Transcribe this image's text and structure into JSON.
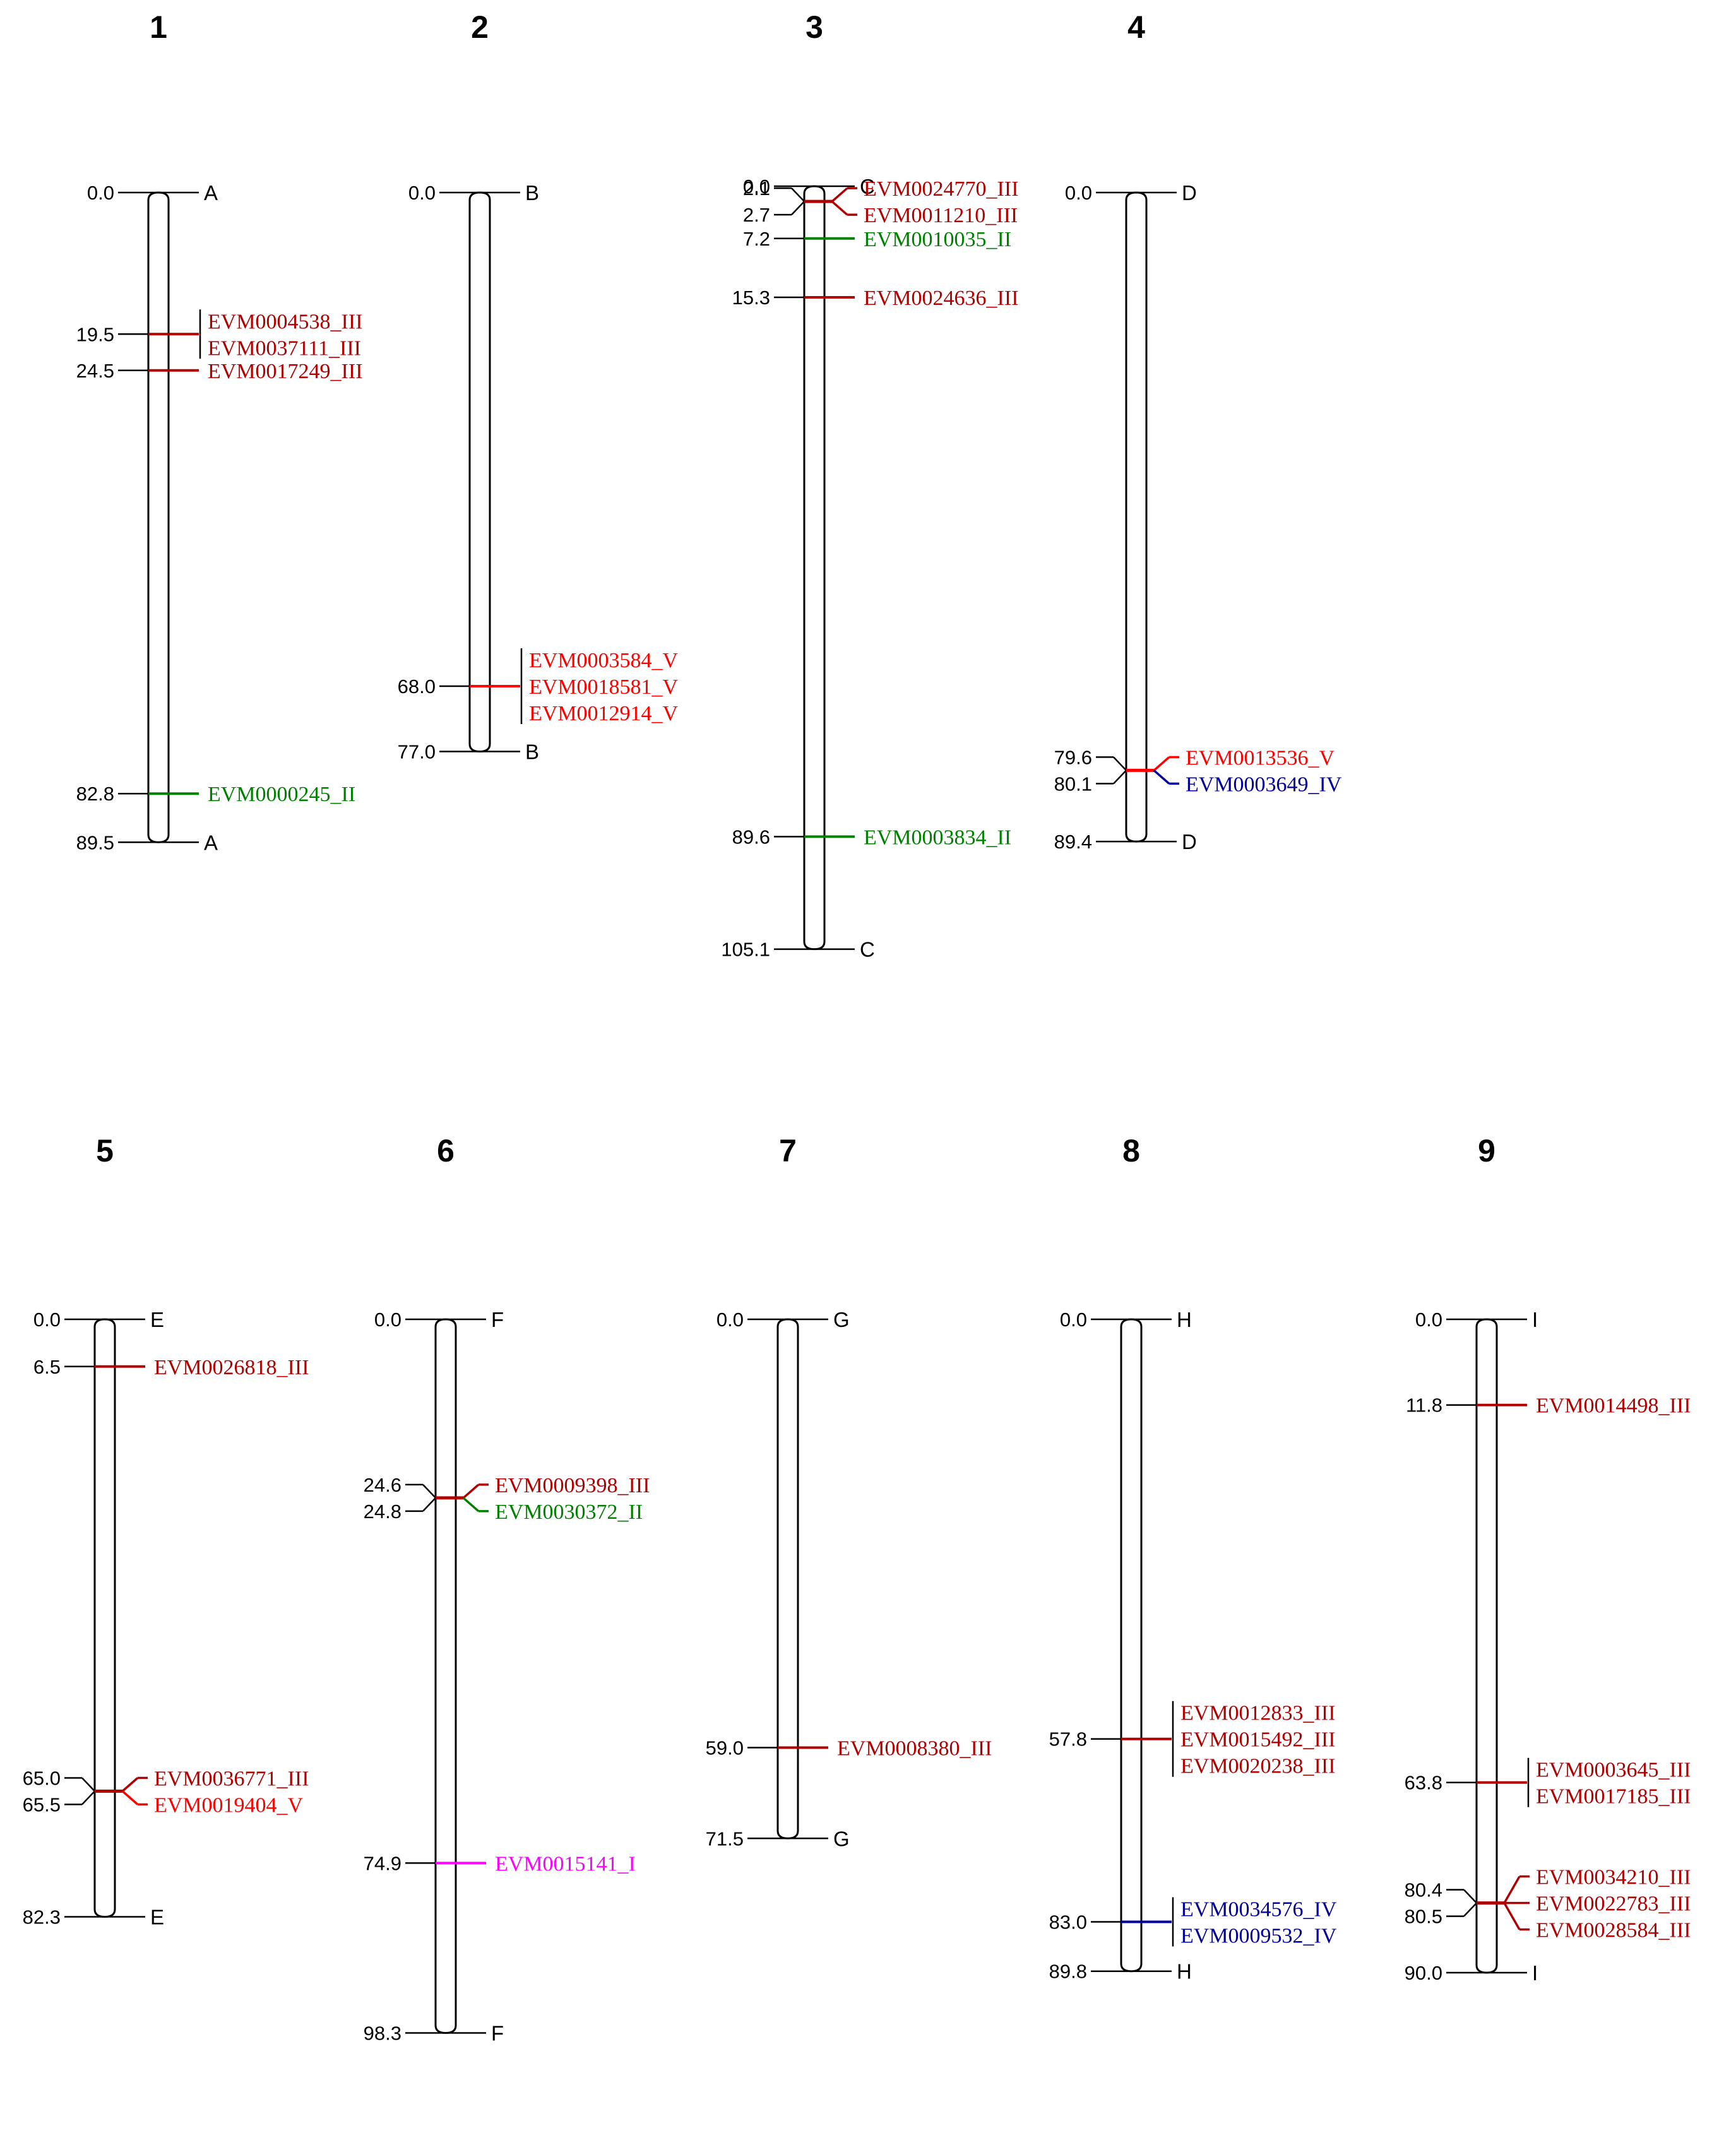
{
  "colors": {
    "I": "#ff00ff",
    "II": "#008000",
    "III": "#b00000",
    "IV": "#000099",
    "V": "#ff0000",
    "outline": "#000000"
  },
  "chromosomes": [
    {
      "number": "1",
      "label": "A",
      "start": "0.0",
      "end": "89.5",
      "length": 89.5,
      "loci": [
        {
          "pos": 19.5,
          "pos_label": "19.5",
          "cls": "III",
          "genes": [
            "EVM0004538_III",
            "EVM0037111_III"
          ]
        },
        {
          "pos": 24.5,
          "pos_label": "24.5",
          "cls": "III",
          "genes": [
            "EVM0017249_III"
          ]
        },
        {
          "pos": 82.8,
          "pos_label": "82.8",
          "cls": "II",
          "genes": [
            "EVM0000245_II"
          ]
        }
      ]
    },
    {
      "number": "2",
      "label": "B",
      "start": "0.0",
      "end": "77.0",
      "length": 77.0,
      "loci": [
        {
          "pos": 68.0,
          "pos_label": "68.0",
          "cls": "V",
          "genes": [
            "EVM0003584_V",
            "EVM0018581_V",
            "EVM0012914_V"
          ]
        }
      ]
    },
    {
      "number": "3",
      "label": "C",
      "start": "0.0",
      "end": "105.1",
      "length": 105.1,
      "loci": [
        {
          "pos": 2.1,
          "pos_label": "2.1",
          "cls": "III",
          "genes": [
            "EVM0024770_III"
          ]
        },
        {
          "pos": 2.7,
          "pos_label": "2.7",
          "cls": "III",
          "genes": [
            "EVM0011210_III"
          ]
        },
        {
          "pos": 7.2,
          "pos_label": "7.2",
          "cls": "II",
          "genes": [
            "EVM0010035_II"
          ]
        },
        {
          "pos": 15.3,
          "pos_label": "15.3",
          "cls": "III",
          "genes": [
            "EVM0024636_III"
          ]
        },
        {
          "pos": 89.6,
          "pos_label": "89.6",
          "cls": "II",
          "genes": [
            "EVM0003834_II"
          ]
        }
      ]
    },
    {
      "number": "4",
      "label": "D",
      "start": "0.0",
      "end": "89.4",
      "length": 89.4,
      "loci": [
        {
          "pos": 79.6,
          "pos_label": "79.6",
          "cls": "V",
          "genes": [
            "EVM0013536_V"
          ]
        },
        {
          "pos": 80.1,
          "pos_label": "80.1",
          "cls": "IV",
          "genes": [
            "EVM0003649_IV"
          ]
        }
      ]
    },
    {
      "number": "5",
      "label": "E",
      "start": "0.0",
      "end": "82.3",
      "length": 82.3,
      "loci": [
        {
          "pos": 6.5,
          "pos_label": "6.5",
          "cls": "III",
          "genes": [
            "EVM0026818_III"
          ]
        },
        {
          "pos": 65.0,
          "pos_label": "65.0",
          "cls": "III",
          "genes": [
            "EVM0036771_III"
          ]
        },
        {
          "pos": 65.5,
          "pos_label": "65.5",
          "cls": "V",
          "genes": [
            "EVM0019404_V"
          ]
        }
      ]
    },
    {
      "number": "6",
      "label": "F",
      "start": "0.0",
      "end": "98.3",
      "length": 98.3,
      "loci": [
        {
          "pos": 24.6,
          "pos_label": "24.6",
          "cls": "III",
          "genes": [
            "EVM0009398_III"
          ]
        },
        {
          "pos": 24.8,
          "pos_label": "24.8",
          "cls": "II",
          "genes": [
            "EVM0030372_II"
          ]
        },
        {
          "pos": 74.9,
          "pos_label": "74.9",
          "cls": "I",
          "genes": [
            "EVM0015141_I"
          ]
        }
      ]
    },
    {
      "number": "7",
      "label": "G",
      "start": "0.0",
      "end": "71.5",
      "length": 71.5,
      "loci": [
        {
          "pos": 59.0,
          "pos_label": "59.0",
          "cls": "III",
          "genes": [
            "EVM0008380_III"
          ]
        }
      ]
    },
    {
      "number": "8",
      "label": "H",
      "start": "0.0",
      "end": "89.8",
      "length": 89.8,
      "loci": [
        {
          "pos": 57.8,
          "pos_label": "57.8",
          "cls": "III",
          "genes": [
            "EVM0012833_III",
            "EVM0015492_III",
            "EVM0020238_III"
          ]
        },
        {
          "pos": 83.0,
          "pos_label": "83.0",
          "cls": "IV",
          "genes": [
            "EVM0034576_IV",
            "EVM0009532_IV"
          ]
        }
      ]
    },
    {
      "number": "9",
      "label": "I",
      "start": "0.0",
      "end": "90.0",
      "length": 90.0,
      "loci": [
        {
          "pos": 11.8,
          "pos_label": "11.8",
          "cls": "III",
          "genes": [
            "EVM0014498_III"
          ]
        },
        {
          "pos": 63.8,
          "pos_label": "63.8",
          "cls": "III",
          "genes": [
            "EVM0003645_III",
            "EVM0017185_III"
          ]
        },
        {
          "pos": 80.4,
          "pos_label": "80.4",
          "cls": "III",
          "genes": [
            "EVM0034210_III",
            "EVM0022783_III"
          ]
        },
        {
          "pos": 80.5,
          "pos_label": "80.5",
          "cls": "III",
          "genes": [
            "EVM0028584_III"
          ]
        }
      ]
    }
  ]
}
